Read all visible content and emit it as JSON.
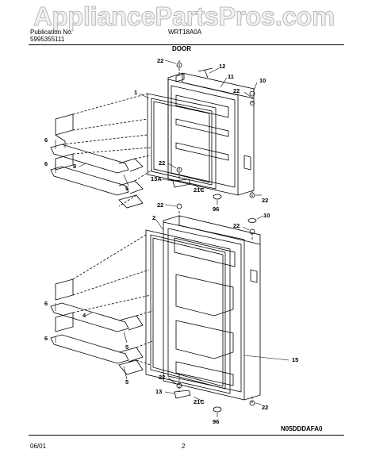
{
  "watermark": "AppliancePartsPros.com",
  "header": {
    "publication_label": "Publication No.",
    "publication_number": "5995355111",
    "model": "WRT18A0A",
    "section_title": "DOOR"
  },
  "callouts": {
    "freezer_door": [
      "22",
      "12",
      "1",
      "11",
      "10",
      "22",
      "6",
      "8",
      "6",
      "5",
      "22",
      "13A",
      "21C",
      "96",
      "22"
    ],
    "fresh_food_door": [
      "22",
      "2",
      "10",
      "22",
      "6",
      "4",
      "6",
      "5",
      "5",
      "15",
      "22",
      "13",
      "21C",
      "96",
      "22"
    ]
  },
  "footer": {
    "date": "06/01",
    "page": "2",
    "diagram_code": "N05DDDAFA0"
  }
}
